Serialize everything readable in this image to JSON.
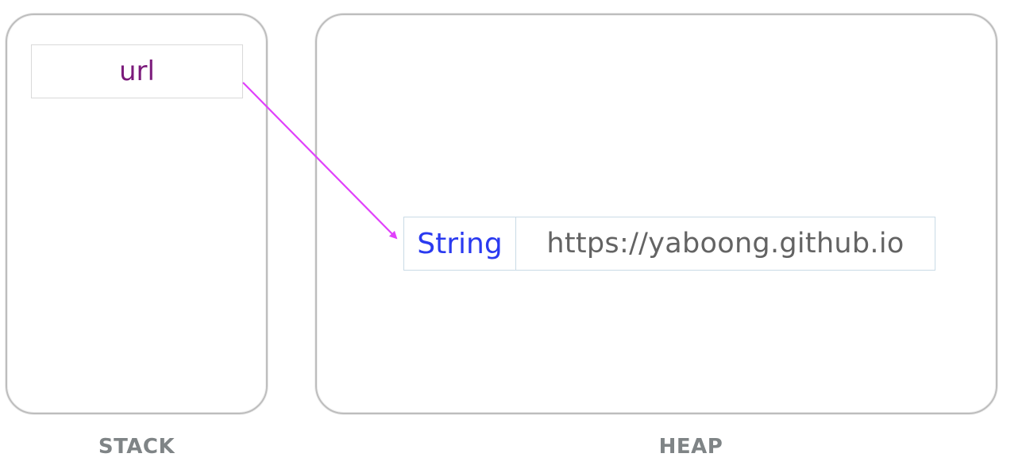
{
  "stack": {
    "label": "STACK",
    "variable": "url"
  },
  "heap": {
    "label": "HEAP",
    "object": {
      "type": "String",
      "value": "https://yaboong.github.io"
    }
  },
  "colors": {
    "panel_border": "#bdbdbd",
    "variable_text": "#7b1a7b",
    "type_text": "#2a3af0",
    "value_text": "#636363",
    "label_text": "#7f8486",
    "pointer_arrow": "#e040fb"
  }
}
